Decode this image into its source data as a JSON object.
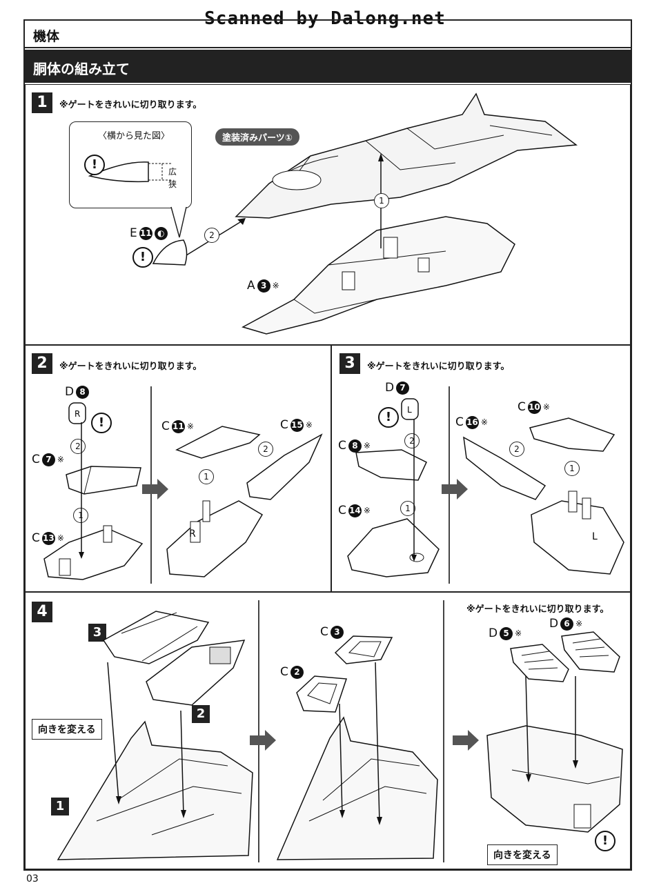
{
  "watermark": "Scanned by Dalong.net",
  "section_title": "機体",
  "subsection_title": "胴体の組み立て",
  "page_number": "03",
  "gate_note": "※ゲートをきれいに切り取ります。",
  "step1": {
    "num": "1",
    "callout_title": "〈横から見た図〉",
    "wide": "広",
    "narrow": "狭",
    "painted_part": "塗装済みパーツ①",
    "part_e_letter": "E",
    "part_e_num": "11",
    "part_a_letter": "A",
    "part_a_num": "3",
    "mark": "※",
    "order1": "1",
    "order2": "2",
    "warn": "!"
  },
  "step2": {
    "num": "2",
    "parts": [
      {
        "letter": "D",
        "num": "8",
        "mark": ""
      },
      {
        "letter": "C",
        "num": "7",
        "mark": "※"
      },
      {
        "letter": "C",
        "num": "13",
        "mark": "※"
      },
      {
        "letter": "C",
        "num": "11",
        "mark": "※"
      },
      {
        "letter": "C",
        "num": "15",
        "mark": "※"
      }
    ],
    "side": "R"
  },
  "step3": {
    "num": "3",
    "parts": [
      {
        "letter": "D",
        "num": "7",
        "mark": ""
      },
      {
        "letter": "C",
        "num": "8",
        "mark": "※"
      },
      {
        "letter": "C",
        "num": "14",
        "mark": "※"
      },
      {
        "letter": "C",
        "num": "16",
        "mark": "※"
      },
      {
        "letter": "C",
        "num": "10",
        "mark": "※"
      }
    ],
    "side": "L"
  },
  "step4": {
    "num": "4",
    "ref3": "3",
    "ref2": "2",
    "ref1": "1",
    "turn_label": "向きを変える",
    "c3_letter": "C",
    "c3_num": "3",
    "c2_letter": "C",
    "c2_num": "2",
    "d5_letter": "D",
    "d5_num": "5",
    "d6_letter": "D",
    "d6_num": "6",
    "mark": "※"
  }
}
